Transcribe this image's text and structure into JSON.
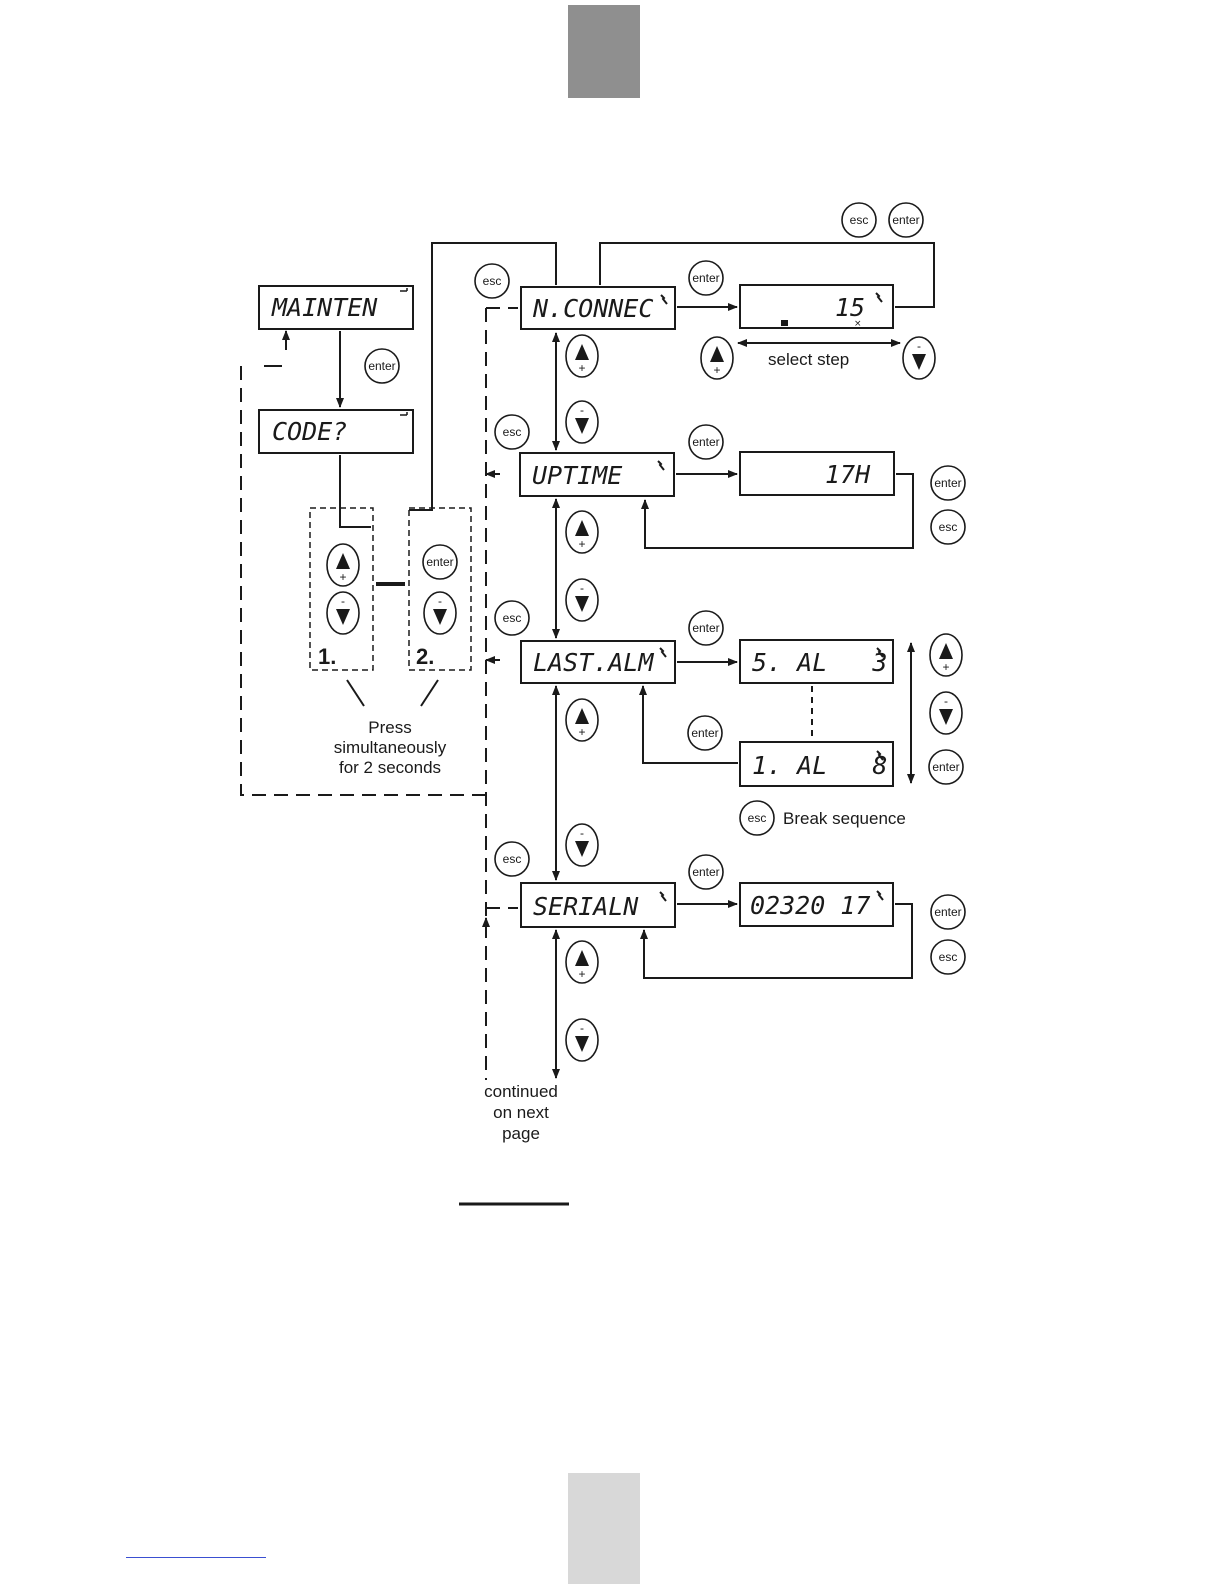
{
  "screens": {
    "mainten": "MAINTEN",
    "code": "CODE?",
    "nconnec": "N.CONNEC",
    "nconnec_value": "15",
    "uptime": "UPTIME",
    "uptime_value": "17H",
    "lastalm": "LAST.ALM",
    "lastalm_first": "5. AL   3",
    "lastalm_last": "1. AL   8",
    "serialn": "SERIALN",
    "serialn_value": "02320 17"
  },
  "buttons": {
    "esc": "esc",
    "enter": "enter",
    "plus": "+",
    "minus": "-"
  },
  "labels": {
    "select_step": "select step",
    "step_1": "1.",
    "step_2": "2.",
    "press_line1": "Press",
    "press_line2": "simultaneously",
    "press_line3": "for 2 seconds",
    "break_sequence": "Break sequence",
    "continued_line1": "continued",
    "continued_line2": "on next",
    "continued_line3": "page"
  },
  "colors": {
    "ink": "#1a1a1a",
    "tab_top": "#8f8f8f",
    "tab_bottom": "#d8d8d8",
    "link": "#3a4fd1"
  }
}
